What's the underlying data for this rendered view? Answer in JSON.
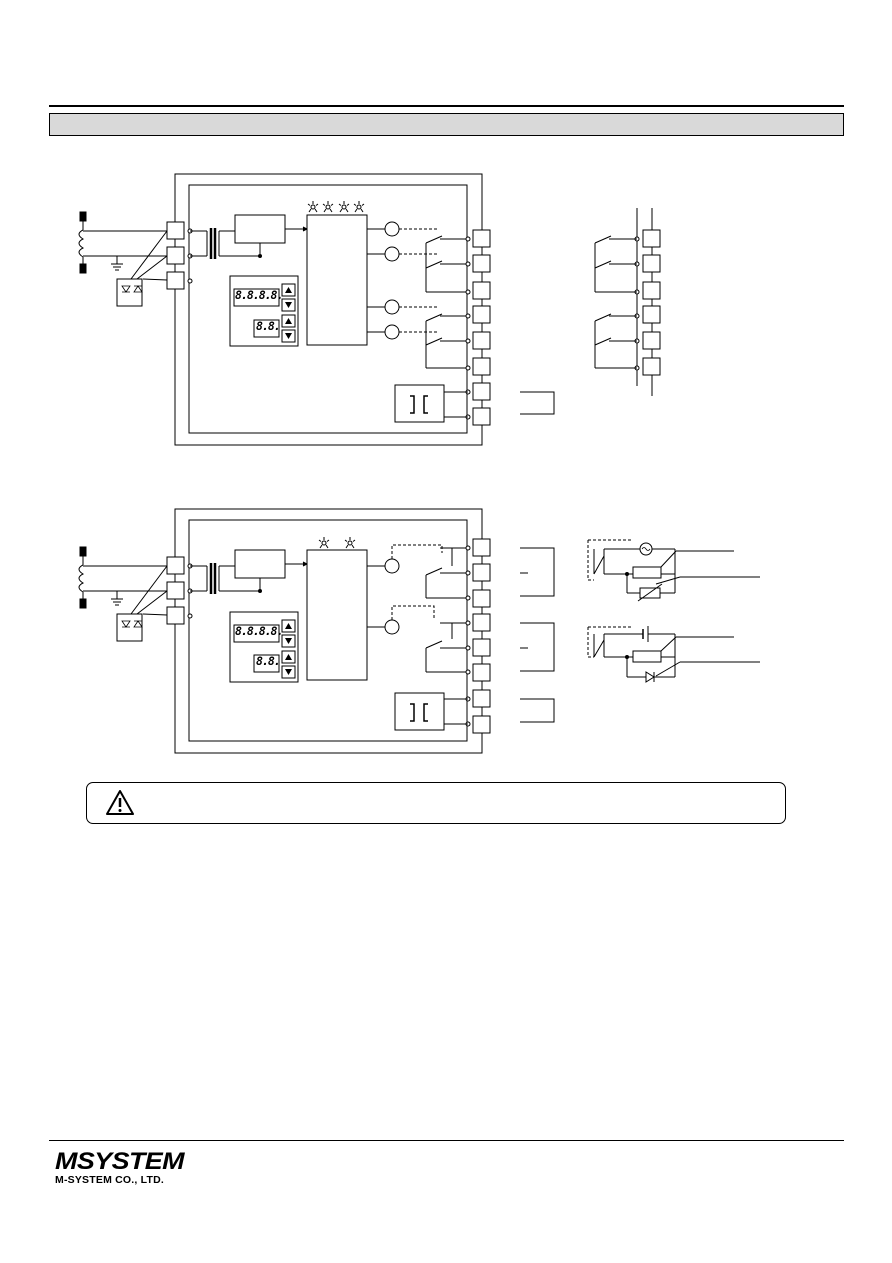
{
  "section": {
    "header_text": ""
  },
  "icons": {
    "warning": "warning-triangle-icon",
    "led": "led-indicator-icon",
    "relay": "relay-coil-icon",
    "isolator": "isolation-transformer-icon"
  },
  "display": {
    "top_digits": "8.8.8.8.",
    "bottom_digits": "8.8."
  },
  "warning": {
    "text": ""
  },
  "footer": {
    "brand": "MSYSTEM",
    "company": "M-SYSTEM CO., LTD."
  }
}
